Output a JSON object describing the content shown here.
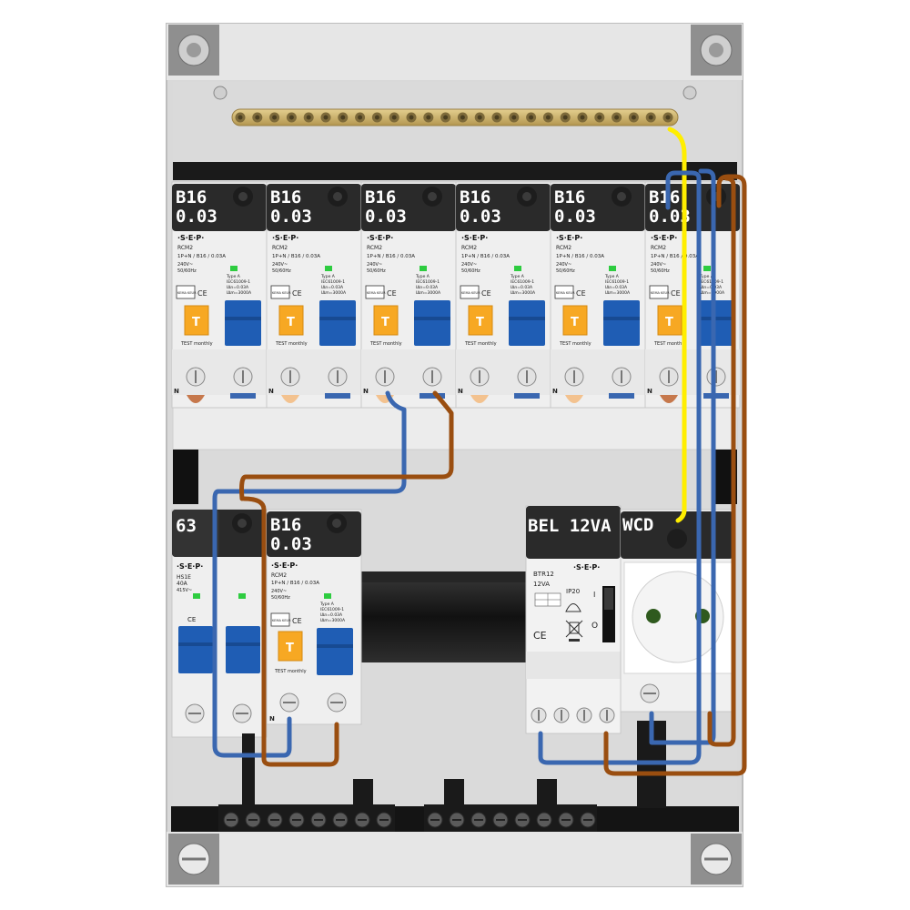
{
  "top_modules": [
    {
      "rating": "B16",
      "sensitivity": "0.03",
      "brand": "·S·E·P·",
      "model": "RCM2",
      "spec": "1P+N / B16 / 0.03A",
      "voltage": "240V~",
      "freq": "50/60Hz",
      "type": "Type A",
      "standard": "IEC61009-1",
      "idn": "IΔn=0.03A",
      "inc": "IΔm=3000A",
      "mark": "KEMA KEUR",
      "ce": "CE",
      "test": "TEST monthly",
      "neutral": "N"
    },
    {
      "rating": "B16",
      "sensitivity": "0.03",
      "brand": "·S·E·P·",
      "model": "RCM2",
      "spec": "1P+N / B16 / 0.03A",
      "voltage": "240V~",
      "freq": "50/60Hz",
      "type": "Type A",
      "standard": "IEC61009-1",
      "idn": "IΔn=0.03A",
      "inc": "IΔm=3000A",
      "mark": "KEMA KEUR",
      "ce": "CE",
      "test": "TEST monthly",
      "neutral": "N"
    },
    {
      "rating": "B16",
      "sensitivity": "0.03",
      "brand": "·S·E·P·",
      "model": "RCM2",
      "spec": "1P+N / B16 / 0.03A",
      "voltage": "240V~",
      "freq": "50/60Hz",
      "type": "Type A",
      "standard": "IEC61009-1",
      "idn": "IΔn=0.03A",
      "inc": "IΔm=3000A",
      "mark": "KEMA KEUR",
      "ce": "CE",
      "test": "TEST monthly",
      "neutral": "N"
    },
    {
      "rating": "B16",
      "sensitivity": "0.03",
      "brand": "·S·E·P·",
      "model": "RCM2",
      "spec": "1P+N / B16 / 0.03A",
      "voltage": "240V~",
      "freq": "50/60Hz",
      "type": "Type A",
      "standard": "IEC61009-1",
      "idn": "IΔn=0.03A",
      "inc": "IΔm=3000A",
      "mark": "KEMA KEUR",
      "ce": "CE",
      "test": "TEST monthly",
      "neutral": "N"
    },
    {
      "rating": "B16",
      "sensitivity": "0.03",
      "brand": "·S·E·P·",
      "model": "RCM2",
      "spec": "1P+N / B16 / 0.03A",
      "voltage": "240V~",
      "freq": "50/60Hz",
      "type": "Type A",
      "standard": "IEC61009-1",
      "idn": "IΔn=0.03A",
      "inc": "IΔm=3000A",
      "mark": "KEMA KEUR",
      "ce": "CE",
      "test": "TEST monthly",
      "neutral": "N"
    },
    {
      "rating": "B16",
      "sensitivity": "0.03",
      "brand": "·S·E·P·",
      "model": "RCM2",
      "spec": "1P+N / B16 / 0.03A",
      "voltage": "240V~",
      "freq": "50/60Hz",
      "type": "Type A",
      "standard": "IEC61009-1",
      "idn": "IΔn=0.03A",
      "inc": "IΔm=3000A",
      "mark": "KEMA KEUR",
      "ce": "CE",
      "test": "TEST monthly",
      "neutral": "N"
    }
  ],
  "main_switch": {
    "label": "63",
    "brand": "·S·E·P·",
    "model": "HS1E",
    "rating": "40A",
    "voltage": "415V~",
    "ce": "CE"
  },
  "lower_rcbo": {
    "rating": "B16",
    "sensitivity": "0.03",
    "brand": "·S·E·P·",
    "model": "RCM2",
    "spec": "1P+N / B16 / 0.03A",
    "voltage": "240V~",
    "freq": "50/60Hz",
    "type": "Type A",
    "standard": "IEC61009-1",
    "idn": "IΔn=0.03A",
    "inc": "IΔm=3000A",
    "mark": "KEMA KEUR",
    "ce": "CE",
    "test": "TEST monthly",
    "neutral": "N"
  },
  "bell_transformer": {
    "label": "BEL 12VA",
    "brand": "·S·E·P·",
    "model": "BTR12",
    "power": "12VA",
    "ip": "IP20",
    "ce": "CE",
    "switch_on": "I",
    "switch_off": "O"
  },
  "socket": {
    "label": "WCD"
  },
  "colors": {
    "enclosure": "#d6d6d6",
    "module_body": "#f2f2f2",
    "label_strip": "#2b2b2b",
    "toggle_blue": "#1f5db4",
    "test_button": "#f7a823",
    "wire_blue": "#3a67b0",
    "wire_brown": "#9a4e10",
    "wire_yellow": "#ffee00",
    "busbar": "#c9ad6a",
    "terminal_black": "#1e1e1e"
  }
}
